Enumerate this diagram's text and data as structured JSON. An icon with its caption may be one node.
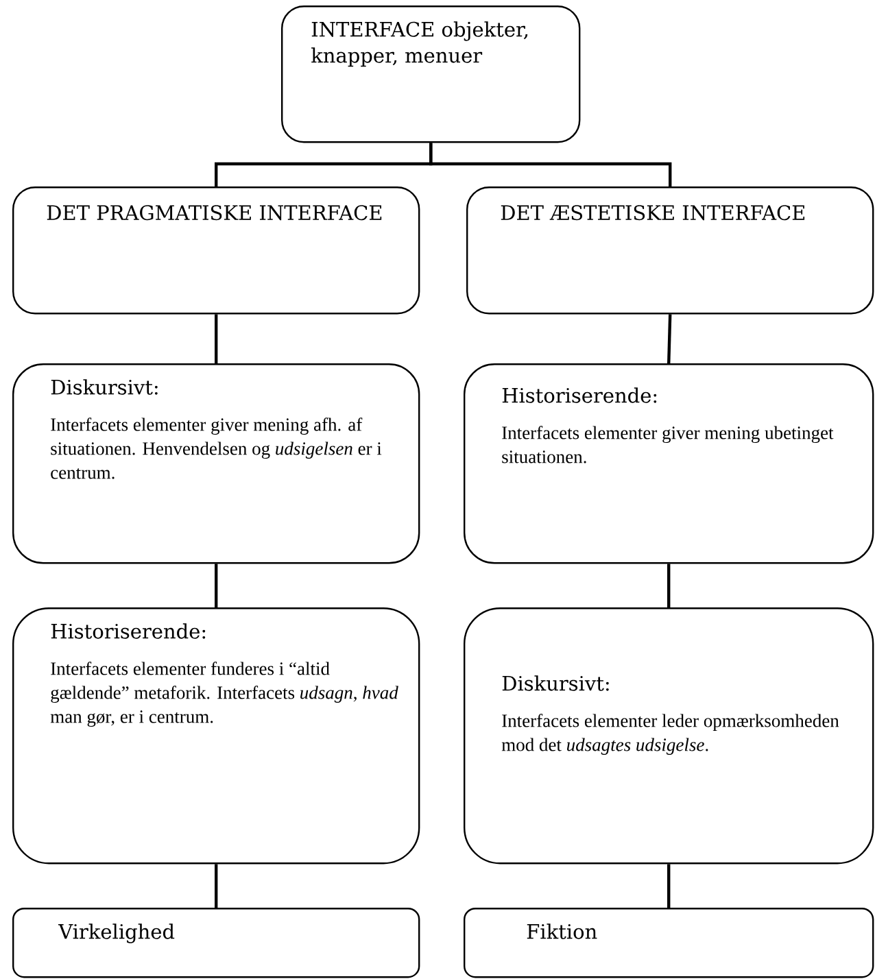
{
  "diagram": {
    "nodes": [
      {
        "text": [
          "INTERFACE objekter, knapper, menuer"
        ]
      },
      {
        "text": [
          "DET PRAGMATISKE INTERFACE"
        ]
      },
      {
        "text": [
          "DET ÆSTETISKE INTERFACE"
        ]
      },
      {
        "text": [
          "Diskursivt:",
          "Interfacets elementer giver mening afh. af situationen. Henvendelsen og *udsigelsen* er i centrum."
        ]
      },
      {
        "text": [
          "Historiserende:",
          "Interfacets elementer giver mening ubetinget situationen."
        ]
      },
      {
        "text": [
          "Historiserende:",
          "Interfacets elementer funderes i “altid gældende” metaforik. Interfacets *udsagn*, *hvad* man gør, er i centrum."
        ]
      },
      {
        "text": [
          "Diskursivt:",
          "Interfacets elementer leder opmærksomheden mod det *udsagtes udsigelse*."
        ]
      },
      {
        "text": [
          "Virkelighed"
        ]
      },
      {
        "text": [
          "Fiktion"
        ]
      }
    ],
    "edges": [
      {
        "from": 0,
        "to": 1,
        "arrow": "none"
      },
      {
        "from": 0,
        "to": 2,
        "arrow": "none"
      },
      {
        "from": 1,
        "to": 3,
        "arrow": "none"
      },
      {
        "from": 2,
        "to": 4,
        "arrow": "none"
      },
      {
        "from": 3,
        "to": 5,
        "arrow": "none"
      },
      {
        "from": 4,
        "to": 6,
        "arrow": "none"
      },
      {
        "from": 5,
        "to": 7,
        "arrow": "none"
      },
      {
        "from": 6,
        "to": 8,
        "arrow": "none"
      }
    ]
  }
}
